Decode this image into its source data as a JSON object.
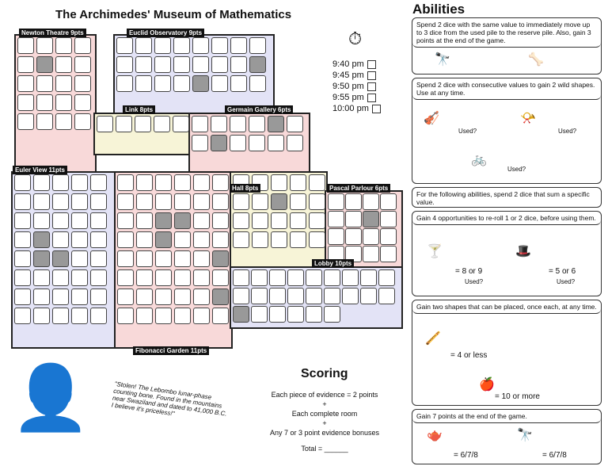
{
  "title": "The Archimedes' Museum of Mathematics",
  "rooms": [
    {
      "name": "Newton Theatre 9pts"
    },
    {
      "name": "Euclid Observatory 9pts"
    },
    {
      "name": "Link 8pts"
    },
    {
      "name": "Germain Gallery 6pts"
    },
    {
      "name": "Euler View 11pts"
    },
    {
      "name": "Hall 8pts"
    },
    {
      "name": "Pascal Parlour 6pts"
    },
    {
      "name": "Lobby 10pts"
    },
    {
      "name": "Fibonacci Garden 11pts"
    }
  ],
  "times": [
    "9:40 pm",
    "9:45 pm",
    "9:50 pm",
    "9:55 pm",
    "10:00 pm"
  ],
  "abilities": {
    "title": "Abilities",
    "a1": "Spend 2 dice with the same value to immediately move up to 3 dice from the used pile to the reserve pile. Also, gain 3 points at the end of the game.",
    "a2": "Spend 2 dice with consecutive values to gain 2 wild shapes. Use at any time.",
    "used": "Used?",
    "a3": "For the following abilities, spend 2 dice that sum a specific value.",
    "a4": "Gain 4 opportunities to re-roll 1 or 2 dice, before using them.",
    "eq89": "= 8 or 9",
    "eq56": "= 5 or 6",
    "a5": "Gain two shapes that can be placed, once each, at any time.",
    "eq4": "= 4 or less",
    "eq10": "= 10 or more",
    "a6": "Gain 7 points at the end of the game.",
    "eq678a": "= 6/7/8",
    "eq678b": "= 6/7/8",
    "plus": "+",
    "equals": "="
  },
  "scoring": {
    "title": "Scoring",
    "l1": "Each piece of evidence = 2 points",
    "p1": "+",
    "l2": "Each complete room",
    "p2": "+",
    "l3": "Any 7 or 3 point evidence bonuses",
    "total": "Total = ______"
  },
  "note": "\"Stolen! The Lebombo lunar-phase counting bone. Found in the mountains near Swaziland and dated to 41,000 B.C. I believe it's priceless!\"",
  "colors": {
    "pink": "#f8d9d9",
    "lavender": "#e3e3f6",
    "cream": "#f7f4d7"
  }
}
